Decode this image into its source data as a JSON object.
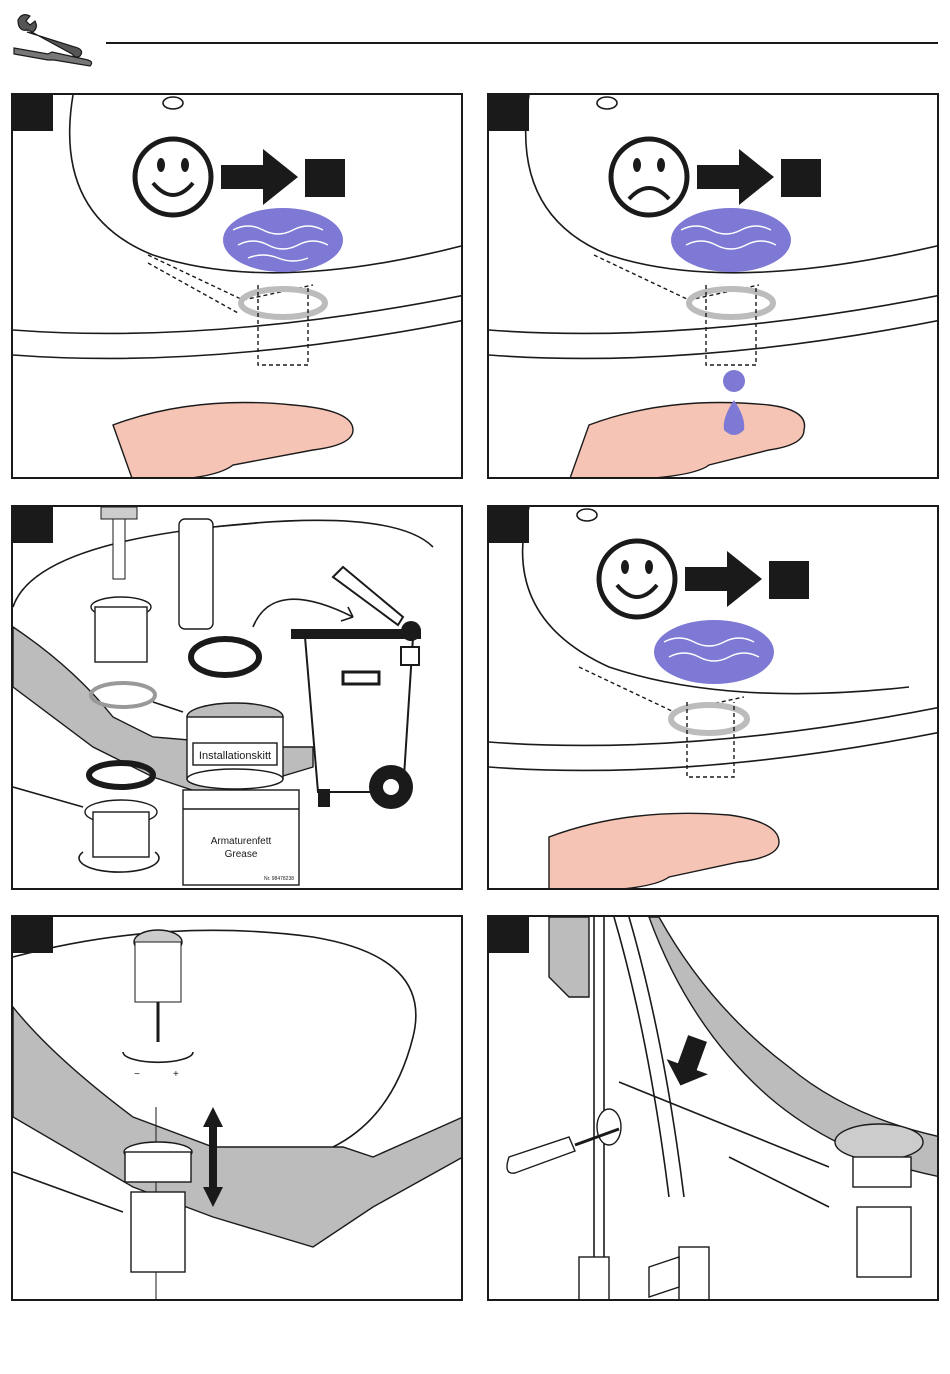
{
  "header": {
    "tools_icon": "wrench-screwdriver-icon"
  },
  "panels": {
    "p3": {
      "tin_label": "Installationskitt",
      "box_line1": "Armaturenfett",
      "box_line2": "Grease",
      "box_code": "Nr. 98478238"
    },
    "p5": {
      "minus": "−",
      "plus": "+"
    }
  },
  "colors": {
    "water": "#7d79d4",
    "skin": "#f6c4b4",
    "gray": "#bcbcbc"
  }
}
